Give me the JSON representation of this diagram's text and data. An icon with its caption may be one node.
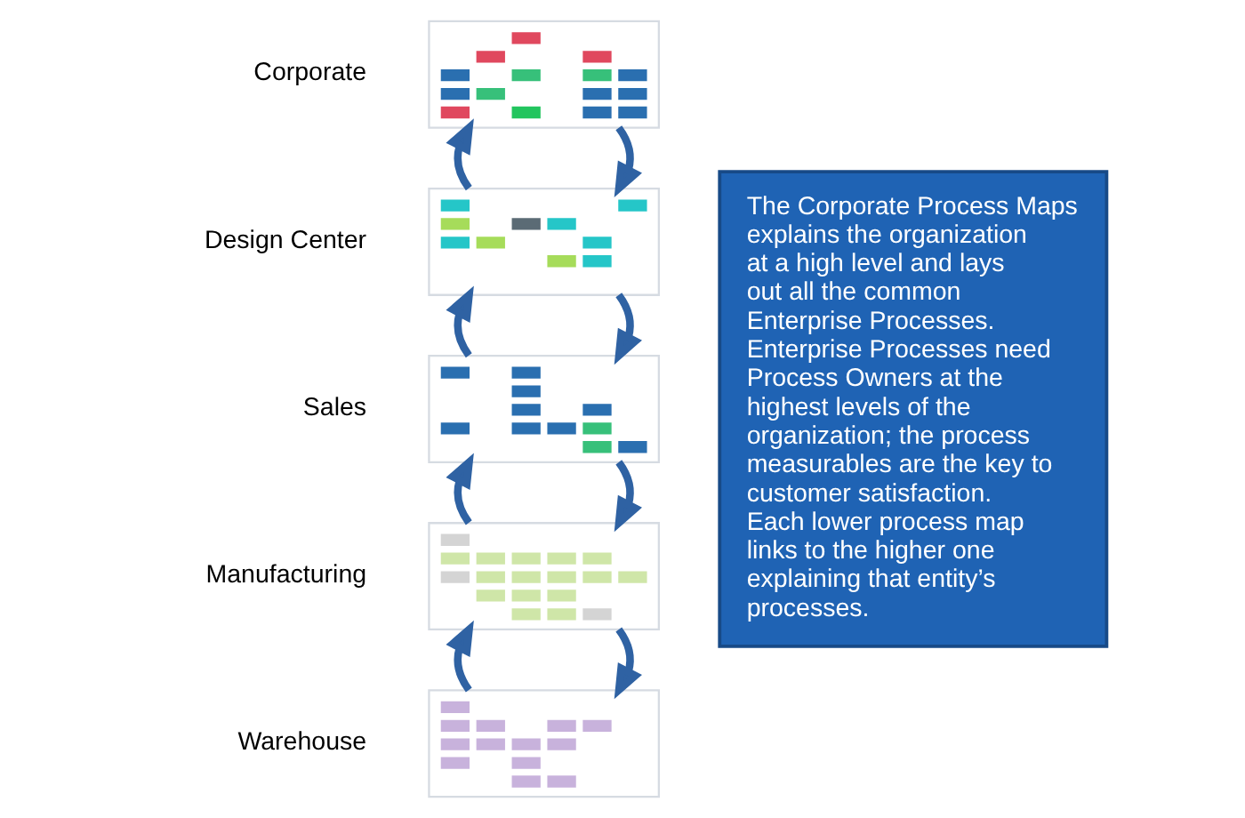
{
  "diagram": {
    "nodes": [
      {
        "text": [],
        "shape": "picture",
        "beside": [
          "Corporate"
        ]
      },
      {
        "text": [],
        "shape": "picture",
        "beside": [
          "Design Center"
        ]
      },
      {
        "text": [],
        "shape": "picture",
        "beside": [
          "Sales"
        ]
      },
      {
        "text": [],
        "shape": "picture",
        "beside": [
          "Manufacturing"
        ]
      },
      {
        "text": [],
        "shape": "picture",
        "beside": [
          "Warehouse"
        ]
      },
      {
        "text": [
          "The Corporate Process Maps explains the organization at a high level and lays out all the common Enterprise Processes. Enterprise Processes need Process Owners at the highest levels of the organization; the process measurables are the key to customer satisfaction.",
          "Each lower process map links to the higher one explaining that entity’s processes."
        ]
      }
    ],
    "edges": [
      {
        "from": 0,
        "to": 1,
        "arrow": "to"
      },
      {
        "from": 1,
        "to": 0,
        "arrow": "to"
      },
      {
        "from": 1,
        "to": 2,
        "arrow": "to"
      },
      {
        "from": 2,
        "to": 1,
        "arrow": "to"
      },
      {
        "from": 2,
        "to": 3,
        "arrow": "to"
      },
      {
        "from": 3,
        "to": 2,
        "arrow": "to"
      },
      {
        "from": 3,
        "to": 4,
        "arrow": "to"
      },
      {
        "from": 4,
        "to": 3,
        "arrow": "to"
      }
    ]
  }
}
